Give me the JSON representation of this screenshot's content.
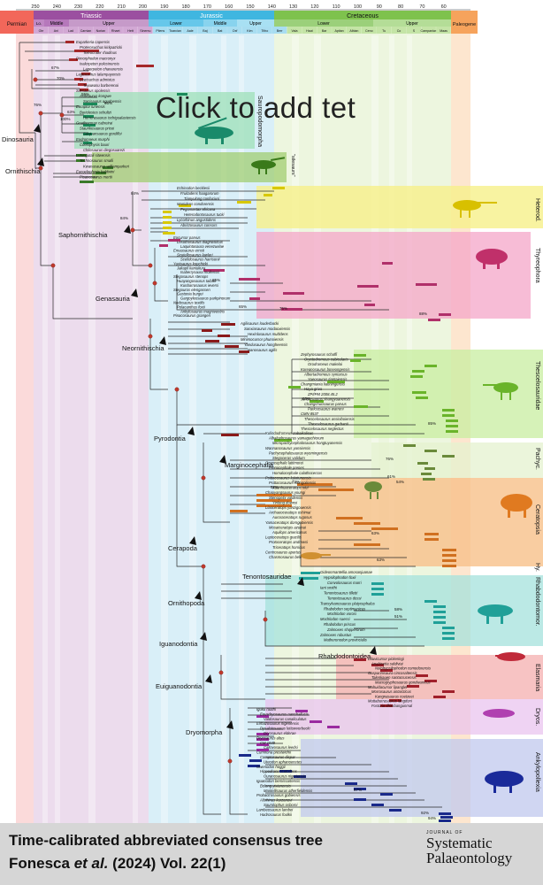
{
  "timescale": {
    "ticks": [
      "250",
      "240",
      "230",
      "220",
      "210",
      "200",
      "190",
      "180",
      "170",
      "160",
      "150",
      "140",
      "130",
      "120",
      "110",
      "100",
      "90",
      "80",
      "70",
      "60"
    ],
    "periods": [
      {
        "label": "Permian",
        "color": "#f2675a"
      },
      {
        "label": "Triassic",
        "color": "#9b4fa0"
      },
      {
        "label": "Jurassic",
        "color": "#3fb6e0"
      },
      {
        "label": "Cretaceous",
        "color": "#7ec24d"
      },
      {
        "label": "Paleogene",
        "color": "#f6a35c"
      }
    ],
    "epochs": [
      {
        "label": "Lo."
      },
      {
        "label": "Middle"
      },
      {
        "label": "Upper"
      },
      {
        "label": "Lower"
      },
      {
        "label": "Middle"
      },
      {
        "label": "Upper"
      },
      {
        "label": "Lower"
      },
      {
        "label": "Upper"
      }
    ],
    "stages": [
      "Ole",
      "Ani",
      "Lad",
      "Carnian",
      "Norian",
      "Rhaet",
      "Hett",
      "Sinemu",
      "Pliens",
      "Toarcian",
      "Aale",
      "Baj",
      "Bat",
      "Oxf",
      "Kim",
      "Titho",
      "Berr",
      "Vala",
      "Haut",
      "Bar",
      "Aptian",
      "Albian",
      "Ceno",
      "Tu",
      "Co",
      "S",
      "Campanian",
      "Maas"
    ]
  },
  "clades": {
    "dinosauria": "Dinosauria",
    "ornithischia": "Ornithischia",
    "saphornithischia": "Saphornithischia",
    "genasauria": "Genasauria",
    "neornithischia": "Neornithischia",
    "pyrodontia": "Pyrodontia",
    "marginocephalia": "Marginocephalia",
    "cerapoda": "Cerapoda",
    "tenontosauridae": "Tenontosauridae",
    "rhabdodontoidea": "Rhabdodontoidea",
    "ornithopoda": "Ornithopoda",
    "iguanodontia": "Iguanodontia",
    "euiguanodontia": "Euiguanodontia",
    "dryomorpha": "Dryomorpha"
  },
  "side_labels": {
    "sauropodomorpha": "Sauropodomorpha",
    "silesauridae": "\"silesaurs\"",
    "heterodontosauridae": "Heterod.",
    "thyreophora": "Thyreophora",
    "thescelosauridae": "Thescelosauridae",
    "pachycephalosauria": "Pachyc.",
    "ceratopsia": "Ceratopsia",
    "hypsilophodon": "Hy.",
    "rhabdodontomorpha": "Rhabdodontomor.",
    "elasmaria": "Elasmaria",
    "dryos": "Dryos.",
    "ankylopollexia": "Ankylopollexia"
  },
  "percent_labels": [
    "76%",
    "67%",
    "70%",
    "55%",
    "96%",
    "63%",
    "100%",
    "84%",
    "84%",
    "65%",
    "65%",
    "75%",
    "88%",
    "63%",
    "85%",
    "76%",
    "61%",
    "54%",
    "72%",
    "52%",
    "63%",
    "63%",
    "58%",
    "51%",
    "67%",
    "92%",
    "94%"
  ],
  "taxa": {
    "upper": [
      "Euparkeria capensis",
      "Proterosuchus kirkpatricki",
      "Teleocrater rhadinus",
      "Dimorphodon macronyx",
      "Ixalerpeton polesinensis",
      "Lagerpeton chanarensis",
      "Lagosuchus talampayensis",
      "Lewisuchus admixtus",
      "Teyuwasu barberenai",
      "Silesaurus opolensis",
      "Asilisaurus kongwe",
      "Sacisaurus agudoensis",
      "Eoraptor lunensis",
      "Buriolestes schultzi",
      "Herrerasaurus ischigualastensis",
      "Gnathovorax cabreirai",
      "Staurikosaurus pricei",
      "Sanjuansaurus gordilloi",
      "Eodromaeus murphi",
      "Coelophysis bauri",
      "Chilesaurus diegosuarezi",
      "Lutungutali sitwensis",
      "Technosaurus smalli",
      "Kwanasaurus williamparkeri",
      "Eucoelophysis baldwini",
      "Pisanosaurus mertii"
    ],
    "heterodontosauridae": [
      "Echinodon becklesii",
      "Fruitadens haagarorum",
      "Tianyulong confuciusi",
      "Manidens condorensis",
      "Pegomastax africana",
      "Heterodontosaurus tucki",
      "Lycorhinus angustidens",
      "Abrictosaurus consors"
    ],
    "thyreophora": [
      "Eocursor parvus",
      "Lesothosaurus diagnosticus",
      "Laquintasaura venezuelae",
      "Emausaurus ernsti",
      "Scutellosaurus lawleri",
      "Scelidosaurus harrisonii",
      "Yuxisaurus kopchicki",
      "Jakapil kaniukura",
      "Isaberrysaura mollensis",
      "Stegosaurus stenops",
      "Huayangosaurus taibaii",
      "Kunbarrasaurus ieversi",
      "Stegouros elengassen",
      "Gastonia burgei",
      "Gargoyleosaurus parkpinorum",
      "Nodosaurus textilis",
      "Polacanthus foxii",
      "Ankylosaurus magniventris",
      "Pinacosaurus grangeri"
    ],
    "neornithischia": [
      "Agilisaurus louderbacki",
      "Sanxiasaurus modaoxiensis",
      "Hexinlusaurus multidens",
      "Minimocursor phunoiensis",
      "Yandusaurus hongheensis",
      "Nanosaurus agilis"
    ],
    "thescelosauridae": [
      "Zephyrosaurus schaffi",
      "Oryctodromeus cubicularis",
      "Orodromeus makelai",
      "Koreanosaurus boseongensis",
      "Albertadromeus syntarsus",
      "Yueosaurus tiantaiensis",
      "Changmiania liaoningensis",
      "Haya griva",
      "ZPI/PM 2008.45.2",
      "Jeholosaurus shangyuanensis",
      "Changchunsaurus parvus",
      "Parksosaurus warreni",
      "CMN 8537",
      "Thescelosaurus assiniboiensis",
      "Thescelosaurus garbanii",
      "Thescelosaurus neglectus"
    ],
    "marginocephalia": [
      "Kulindadromeus zabaikalicus",
      "Albalophosaurus yamaguchiorum",
      "Micropachycephalosaurus hongtuyanensis",
      "Wannanosaurus yansiensis",
      "Pachycephalosaurus wyomingensis",
      "Stegoceras validum",
      "Goyocephale lattimorei",
      "Prenocephale prenes",
      "Homalocephale calathocercos",
      "Psittacosaurus lujiatunensis",
      "Psittacosaurus mongoliensis",
      "Xuanhuaceratops niei",
      "Chaoyangsaurus youngi",
      "Stenopelix valdensis",
      "Yinlong downsi",
      "Liaoceratops yanzigouensis",
      "Archaeoceratops oshimai",
      "Auroraceratops rugosus",
      "Yamaceratops dorngobiensis",
      "Mosaiceratops azumai",
      "Aquilops americanus",
      "Leptoceratops gracilis",
      "Protoceratops andrewsi",
      "Triceratops horridus",
      "Centrosaurus apertus",
      "Chasmosaurus belli"
    ],
    "ornithopoda": [
      "Gideonmantellia amosanjuanae",
      "Hypsilophodon foxii",
      "Convolosaurus marri",
      "Iani smithi",
      "Tenontosaurus tilletti",
      "Tenontosaurus dossi",
      "Transylvanosaurus platycephalus",
      "Rhabdodon septimanicus",
      "Mochlodon vorosi",
      "Mochlodon suessi",
      "Rhabdodon priscus",
      "Zalmoxes shqiperorum",
      "Zalmoxes robustus",
      "Matheronodon provincialis"
    ],
    "elasmaria": [
      "Diluvicursor pickeringi",
      "Anabisetia saldiviai",
      "Notohypsilophodon comodorensis",
      "Gasparinisaura cincosaltensis",
      "Talenkauen santacrucensis",
      "Macrogryphosaurus gondwanicus",
      "Mahuidacursor lipanglef",
      "Morrosaurus antarcticus",
      "Kangnasaurus coetzeei",
      "Muttaburrasaurus langdoni",
      "Fostoria dhimbangunmal"
    ],
    "dryomorpha": [
      "Iguku raathi",
      "Eousdryosaurus nanohallucis",
      "Valdosaurus canaliculatus",
      "Elrhazosaurus nigeriensis",
      "Dysalotosaurus lettowvorbecki",
      "Dryosaurus elderae",
      "Dryosaurus altus",
      "CM 1949",
      "Callovosaurus leedsi",
      "Cumnoria prestwichii",
      "Camptosaurus dispar",
      "Uteodon aphanoecetes",
      "Owenodon hoggii",
      "Hippodraco scutodens",
      "Ouranosaurus nigeriensis",
      "Iguanodon bernissartensis",
      "Bolong yixianensis",
      "Mantellisaurus atherfieldensis",
      "Probactrosaurus gobiensis",
      "Altirhinus kurzanovi",
      "Saurolophus osborni",
      "Lambeosaurus lambei",
      "Hadrosaurus foulkii"
    ]
  },
  "overlay_placeholder": "Click to add tet",
  "footer": {
    "title": "Time-calibrated abbreviated consensus tree",
    "citation_author": "Fonesca ",
    "citation_etal": "et al.",
    "citation_rest": " (2024) Vol. 22(1)",
    "journal_of": "JOURNAL OF",
    "journal_name_1": "Systematic",
    "journal_name_2": "Palaeontology"
  },
  "colors": {
    "triassic_band": "#e9d6ea",
    "jurassic_band": "#d6eef8",
    "cretaceous_band": "#e9f4d8",
    "paleogene_band": "#fde6cf",
    "permian_band": "#fbdada",
    "branch": "#2a2a2a",
    "node": "#c0392b",
    "sauropodomorpha_box": "#9ee0b8",
    "silesaur_box": "#9ccc6a",
    "heterodontosaurid_box": "#f6f08a",
    "thyreophora_box": "#f4a6c8",
    "thescelosaurid_box": "#c8eda0",
    "pachycephalosaur_box": "#e8f3d4",
    "ceratopsia_box": "#f7c08a",
    "rhabdodont_box": "#a4e2dc",
    "elasmaria_box": "#f5b4b4",
    "dryos_box": "#e8c0ee",
    "ankylopollexia_box": "#c0c8ee"
  }
}
